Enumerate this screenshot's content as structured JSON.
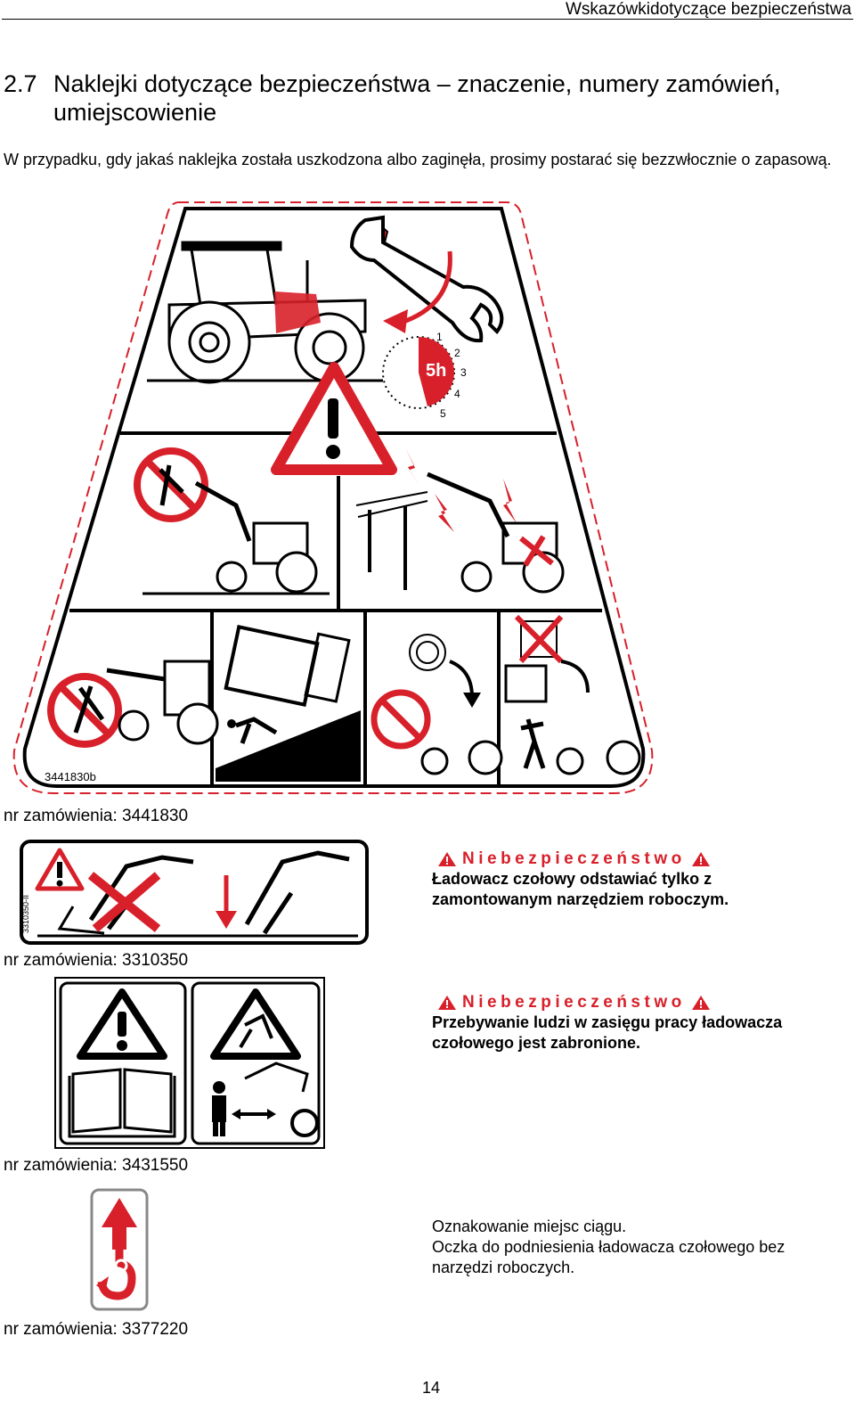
{
  "header": {
    "title": "Wskazówkidotyczące bezpieczeństwa"
  },
  "section": {
    "number": "2.7",
    "title_line1": "Naklejki dotyczące bezpieczeństwa – znaczenie, numery zamówień,",
    "title_line2": "umiejscowienie"
  },
  "intro": "W przypadku, gdy jakaś naklejka została uszkodzona albo zaginęła, prosimy postarać się bezzwłocznie o zapasową.",
  "stickers": [
    {
      "code_label": "3441830b",
      "order": "nr zamówienia: 3441830"
    },
    {
      "code_label": "3310350-II",
      "order": "nr zamówienia: 3310350",
      "warning_title": "Niebezpieczeństwo",
      "warning_line1": "Ładowacz czołowy odstawiać tylko z",
      "warning_line2": "zamontowanym narzędziem roboczym."
    },
    {
      "order": "nr zamówienia: 3431550",
      "warning_title": "Niebezpieczeństwo",
      "warning_line1": "Przebywanie ludzi w zasięgu pracy ładowacza",
      "warning_line2": "czołowego jest zabronione."
    },
    {
      "order": "nr zamówienia: 3377220",
      "info_line1": "Oznakowanie miejsc ciągu.",
      "info_line2": "Oczka do podniesienia ładowacza czołowego bez",
      "info_line3": "narzędzi roboczych."
    }
  ],
  "clock": {
    "label": "5h",
    "marks": [
      "1",
      "2",
      "3",
      "4",
      "5"
    ]
  },
  "colors": {
    "warning_red": "#d8202a",
    "black": "#000000"
  },
  "page_number": "14"
}
